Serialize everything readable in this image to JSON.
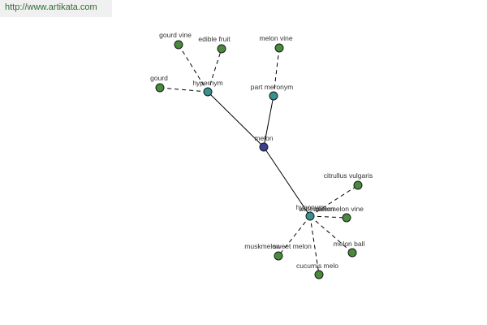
{
  "header": {
    "url": "http://www.artikata.com"
  },
  "colors": {
    "center_node": "#3b3f8f",
    "relation_node": "#3a8f8f",
    "leaf_node": "#4a8a3c",
    "url_bg": "#f0f0f0"
  },
  "graph": {
    "nodes": {
      "melon": {
        "label": "melon",
        "kind": "center"
      },
      "hypernym": {
        "label": "hypernym",
        "kind": "relation"
      },
      "part_meronym": {
        "label": "part meronym",
        "kind": "relation"
      },
      "hyponym": {
        "label": "hyponym",
        "kind": "relation"
      },
      "gourd_vine": {
        "label": "gourd vine",
        "kind": "leaf"
      },
      "edible_fruit": {
        "label": "edible fruit",
        "kind": "leaf"
      },
      "gourd": {
        "label": "gourd",
        "kind": "leaf"
      },
      "melon_vine": {
        "label": "melon vine",
        "kind": "leaf"
      },
      "citrullus_vulgaris": {
        "label": "citrullus vulgaris",
        "kind": "leaf"
      },
      "watermelon_vine": {
        "label": "watermelon vine",
        "kind": "leaf"
      },
      "melon_ball": {
        "label": "melon ball",
        "kind": "leaf"
      },
      "cucumis_melo": {
        "label": "cucumis melo",
        "kind": "leaf"
      },
      "sweet_melon": {
        "label": "sweet melon",
        "kind": "leaf"
      },
      "muskmelon": {
        "label": "muskmelon",
        "kind": "leaf"
      },
      "watermelon": {
        "label": "watermelon",
        "kind": "leaf"
      }
    },
    "edges": [
      {
        "from": "melon",
        "to": "hypernym",
        "style": "solid"
      },
      {
        "from": "melon",
        "to": "part_meronym",
        "style": "solid"
      },
      {
        "from": "melon",
        "to": "hyponym",
        "style": "solid"
      },
      {
        "from": "hypernym",
        "to": "gourd_vine",
        "style": "dashed"
      },
      {
        "from": "hypernym",
        "to": "edible_fruit",
        "style": "dashed"
      },
      {
        "from": "hypernym",
        "to": "gourd",
        "style": "dashed"
      },
      {
        "from": "part_meronym",
        "to": "melon_vine",
        "style": "dashed"
      },
      {
        "from": "hyponym",
        "to": "citrullus_vulgaris",
        "style": "dashed"
      },
      {
        "from": "hyponym",
        "to": "watermelon_vine",
        "style": "dashed"
      },
      {
        "from": "hyponym",
        "to": "melon_ball",
        "style": "dashed"
      },
      {
        "from": "hyponym",
        "to": "cucumis_melo",
        "style": "dashed"
      },
      {
        "from": "hyponym",
        "to": "sweet_melon",
        "style": "dashed"
      },
      {
        "from": "hyponym",
        "to": "muskmelon",
        "style": "dashed"
      },
      {
        "from": "hyponym",
        "to": "watermelon",
        "style": "dashed"
      }
    ]
  }
}
